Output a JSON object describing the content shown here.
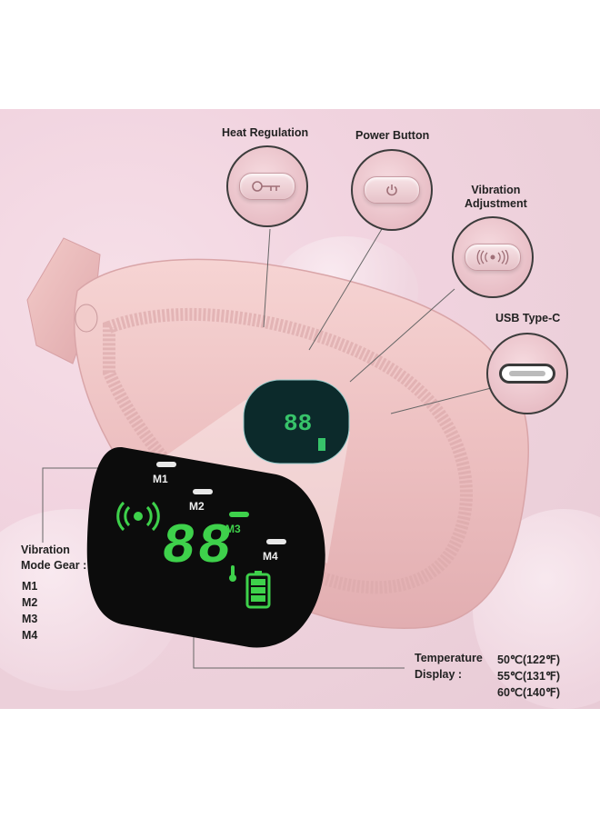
{
  "callouts": {
    "heat_regulation": "Heat Regulation",
    "power_button": "Power Button",
    "vibration_adjustment": "Vibration\nAdjustment",
    "usb_type_c": "USB Type-C"
  },
  "vibration": {
    "title_line1": "Vibration",
    "title_line2": "Mode Gear :",
    "gears": [
      "M1",
      "M2",
      "M3",
      "M4"
    ]
  },
  "temperature": {
    "title_line1": "Temperature",
    "title_line2": "Display :",
    "values": [
      "50℃(122℉)",
      "55℃(131℉)",
      "60℃(140℉)"
    ]
  },
  "display": {
    "digits": "88",
    "mode_labels": [
      "M1",
      "M2",
      "M3",
      "M4"
    ],
    "active_mode": "M3"
  },
  "colors": {
    "device_pink": "#efc4c6",
    "led_green": "#3ed14b",
    "screen_black": "#0c0c0c"
  }
}
